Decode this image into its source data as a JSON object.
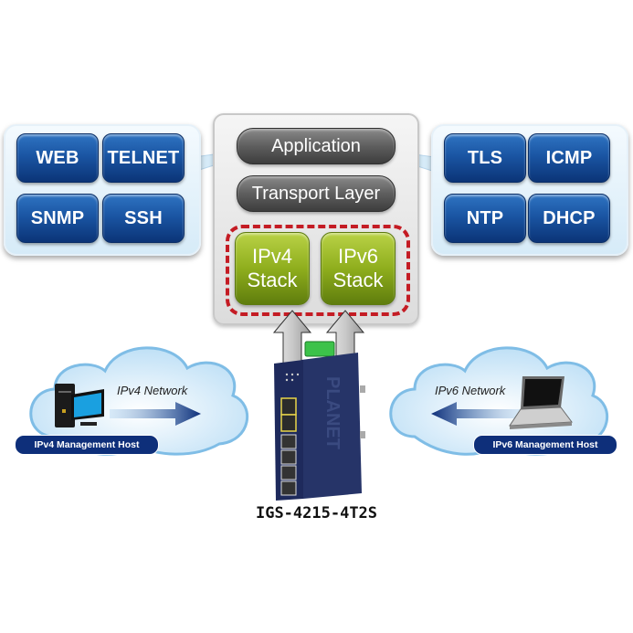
{
  "left_protocols": {
    "items": [
      {
        "label": "WEB"
      },
      {
        "label": "TELNET"
      },
      {
        "label": "SNMP"
      },
      {
        "label": "SSH"
      }
    ]
  },
  "right_protocols": {
    "items": [
      {
        "label": "TLS"
      },
      {
        "label": "ICMP"
      },
      {
        "label": "NTP"
      },
      {
        "label": "DHCP"
      }
    ]
  },
  "stack": {
    "application": "Application",
    "transport": "Transport Layer",
    "ipv4": {
      "line1": "IPv4",
      "line2": "Stack"
    },
    "ipv6": {
      "line1": "IPv6",
      "line2": "Stack"
    }
  },
  "ipv4_cloud": {
    "network_label": "IPv4 Network",
    "host_label": "IPv4 Management Host",
    "host_icon": "desktop-computer-icon"
  },
  "ipv6_cloud": {
    "network_label": "IPv6 Network",
    "host_label": "IPv6 Management Host",
    "host_icon": "laptop-icon"
  },
  "device": {
    "brand": "PLANET",
    "model": "IGS-4215-4T2S"
  },
  "colors": {
    "protocol_blue": "#1a55a3",
    "stack_green": "#8fae1d",
    "layer_gray": "#5e5e5e",
    "dashed_red": "#c41c24",
    "arrow_navy": "#0e2f7a",
    "device_navy": "#1e2a5c"
  }
}
